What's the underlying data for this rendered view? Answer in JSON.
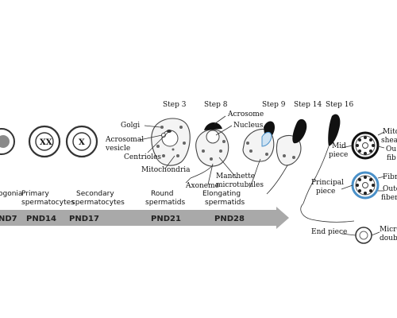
{
  "stages": {
    "spermatogonia": "ogonia",
    "primary_1": "Primary",
    "primary_2": "spermatocytes",
    "secondary_1": "Secondary",
    "secondary_2": "spermatocytes",
    "round_1": "Round",
    "round_2": "spermatids",
    "elong_1": "Elongating",
    "elong_2": "spermatids"
  },
  "timeline": {
    "pnd7": "ND7",
    "pnd14": "PND14",
    "pnd17": "PND17",
    "pnd21": "PND21",
    "pnd28": "PND28",
    "arrow_color": "#a9a9a9"
  },
  "steps": {
    "s3": "Step 3",
    "s8": "Step 8",
    "s9": "Step 9",
    "s14": "Step 14",
    "s16": "Step 16"
  },
  "labels": {
    "golgi": "Golgi",
    "acrosomal_1": "Acrosomal",
    "acrosomal_2": "vesicle",
    "centrioles": "Centrioles",
    "mitochondria": "Mitochondria",
    "acrosome": "Acrosome",
    "nucleus": "Nucleus",
    "manchette_1": "Manchette",
    "manchette_2": "microtubules",
    "axoneme": "Axoneme",
    "mid_1": "Mid",
    "mid_2": "piece",
    "principal_1": "Principal",
    "principal_2": "piece",
    "end_piece": "End piece",
    "mito_1": "Mito",
    "mito_2": "shea",
    "outer_top_1": "Ou",
    "outer_top_2": "fib",
    "fibro": "Fibr",
    "outer_mid_1": "Oute",
    "outer_mid_2": "fiber",
    "micro_1": "Micro",
    "micro_2": "doubl"
  },
  "colors": {
    "accent_blue": "#4a90c8",
    "spermatogonia_fill": "#8a8a8a"
  }
}
